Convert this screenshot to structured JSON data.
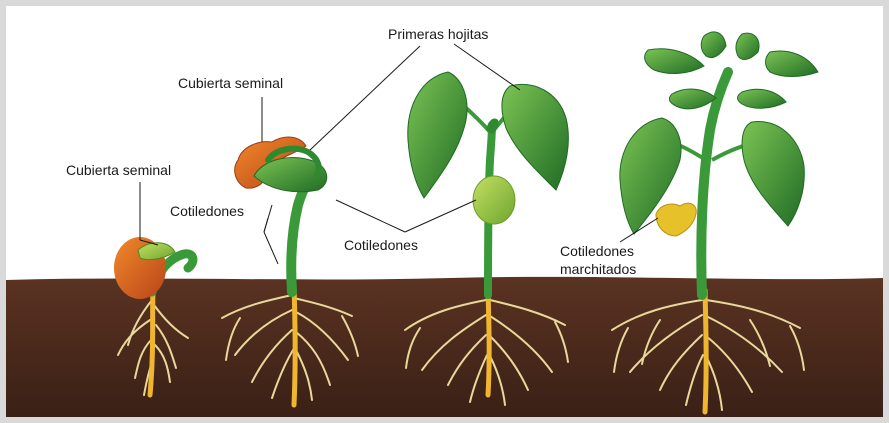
{
  "labels": {
    "seed_coat_1": "Cubierta seminal",
    "seed_coat_2": "Cubierta seminal",
    "cotyledons_1": "Cotiledones",
    "cotyledons_2": "Cotiledones",
    "first_leaves": "Primeras hojitas",
    "withered_line1": "Cotiledones",
    "withered_line2": "marchitados"
  },
  "colors": {
    "frame": "#d9d9d9",
    "soil": "#4a2a1c",
    "leaf": "#3f9b3a",
    "leaf_dark": "#1f6b24",
    "stem": "#3a9a3a",
    "seed_coat": "#d9601f",
    "cotyledon": "#9fc93f",
    "root": "#e8d89a",
    "taproot": "#f0b630",
    "withered": "#e6c12a"
  }
}
